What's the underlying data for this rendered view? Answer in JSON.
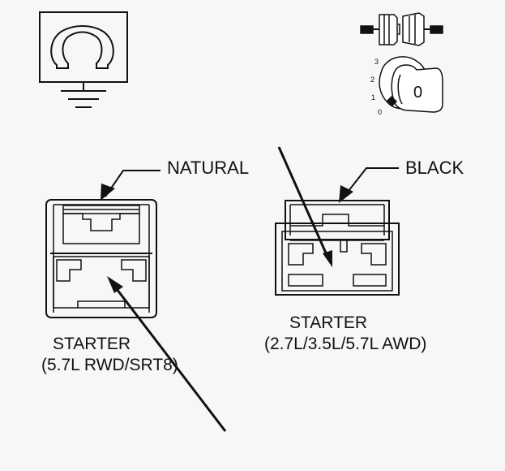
{
  "connectors": [
    {
      "callout_label": "NATURAL",
      "caption_line1": "STARTER",
      "caption_line2": "(5.7L RWD/SRT8)"
    },
    {
      "callout_label": "BLACK",
      "caption_line1": "STARTER",
      "caption_line2": "(2.7L/3.5L/5.7L AWD)"
    }
  ],
  "ignition_key": {
    "positions": [
      "3",
      "2",
      "1",
      "0"
    ],
    "key_label": "0"
  },
  "symbols": {
    "ohmmeter": "omega-ground-icon",
    "connector_disconnect": "connector-disconnect-icon",
    "ignition": "ignition-key-icon"
  }
}
